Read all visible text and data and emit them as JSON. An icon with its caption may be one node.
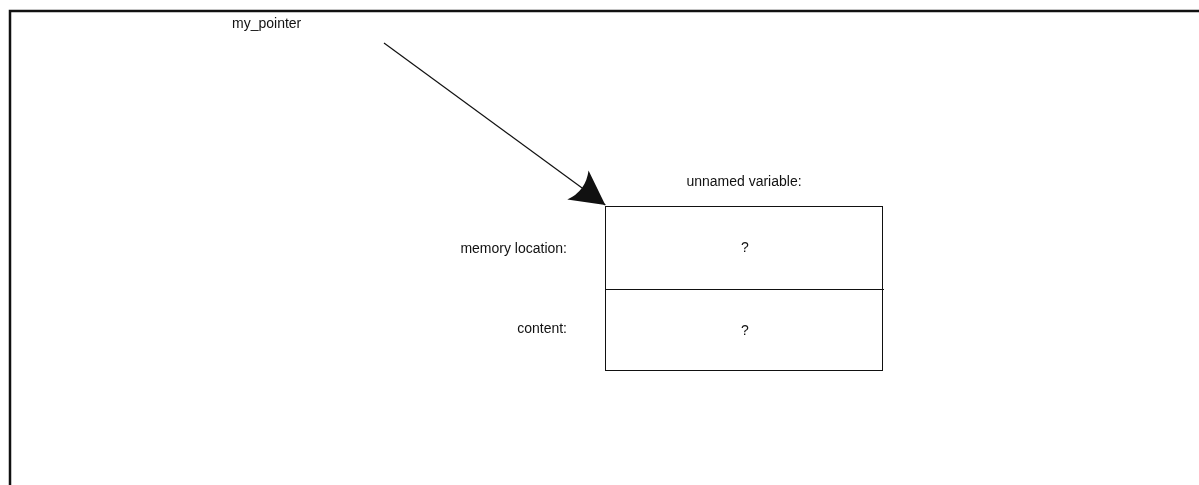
{
  "diagram": {
    "nodes": [
      {
        "text": [
          "my_pointer"
        ]
      },
      {
        "text": [
          "unnamed variable:"
        ]
      },
      {
        "text": [
          "?"
        ],
        "in": 1
      },
      {
        "text": [
          "?"
        ],
        "in": 1
      }
    ],
    "labels": [
      "memory location:",
      "content:"
    ],
    "edges": [
      {
        "from": 0,
        "to": 1,
        "arrow": "to"
      }
    ]
  }
}
